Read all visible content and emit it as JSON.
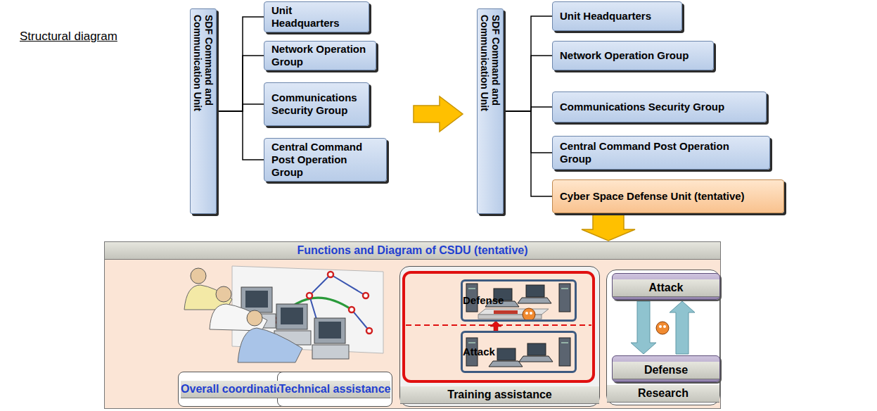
{
  "diagram": {
    "title": "Structural diagram",
    "nodes": [
      {
        "text": [
          "SDF Command and Communication Unit"
        ]
      },
      {
        "text": [
          "Unit Headquarters"
        ]
      },
      {
        "text": [
          "Network Operation Group"
        ]
      },
      {
        "text": [
          "Communications Security Group"
        ]
      },
      {
        "text": [
          "Central Command Post Operation Group"
        ]
      },
      {
        "text": [
          "SDF Command and Communication Unit"
        ]
      },
      {
        "text": [
          "Unit Headquarters"
        ]
      },
      {
        "text": [
          "Network Operation Group"
        ]
      },
      {
        "text": [
          "Communications Security Group"
        ]
      },
      {
        "text": [
          "Central Command Post Operation Group"
        ]
      },
      {
        "text": [
          "Cyber Space Defense Unit (tentative)"
        ]
      },
      {
        "text": [
          "Functions and Diagram of CSDU (tentative)"
        ]
      },
      {
        "text": [
          "Overall coordination"
        ],
        "in": 11
      },
      {
        "text": [
          "Technical assistance"
        ],
        "in": 11
      },
      {
        "text": [
          "Training assistance"
        ],
        "in": 11
      },
      {
        "text": [
          "Defense"
        ],
        "in": 14
      },
      {
        "text": [
          "Attack"
        ],
        "in": 14
      },
      {
        "text": [
          "Research"
        ],
        "in": 11
      },
      {
        "text": [
          "Attack"
        ],
        "in": 17
      },
      {
        "text": [
          "Defense"
        ],
        "in": 17
      }
    ],
    "edges": [
      {
        "from": 0,
        "to": 1,
        "arrow": "none"
      },
      {
        "from": 0,
        "to": 2,
        "arrow": "none"
      },
      {
        "from": 0,
        "to": 3,
        "arrow": "none"
      },
      {
        "from": 0,
        "to": 4,
        "arrow": "none"
      },
      {
        "from": 5,
        "to": 6,
        "arrow": "none"
      },
      {
        "from": 5,
        "to": 7,
        "arrow": "none"
      },
      {
        "from": 5,
        "to": 8,
        "arrow": "none"
      },
      {
        "from": 5,
        "to": 9,
        "arrow": "none"
      },
      {
        "from": 5,
        "to": 10,
        "arrow": "none"
      },
      {
        "from": 10,
        "to": 11,
        "arrow": "to"
      },
      {
        "from": 16,
        "to": 15,
        "arrow": "to"
      },
      {
        "from": 18,
        "to": 19,
        "arrow": "to"
      },
      {
        "from": 19,
        "to": 18,
        "arrow": "to"
      }
    ]
  }
}
